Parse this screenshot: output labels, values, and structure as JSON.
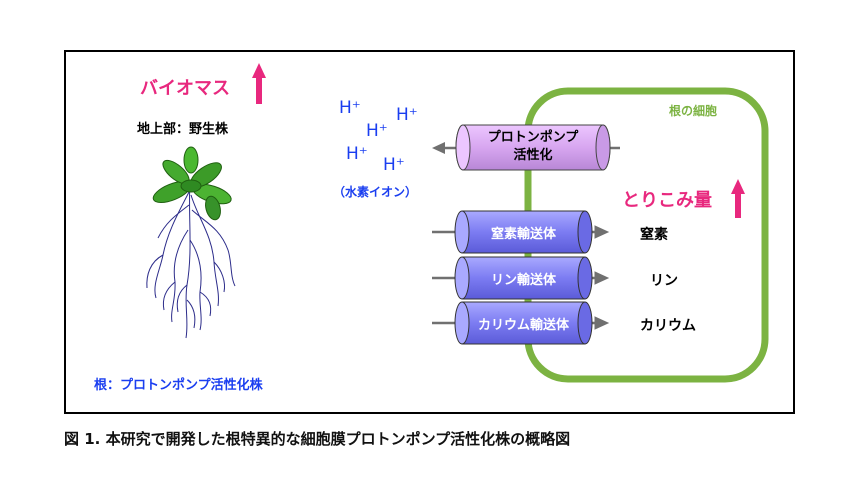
{
  "biomass": {
    "label": "バイオマス",
    "arrow": "up"
  },
  "shoot_label": "地上部：野生株",
  "root_label": "根：プロトンポンプ活性化株",
  "protons": {
    "items": [
      "H⁺",
      "H⁺",
      "H⁺",
      "H⁺",
      "H⁺"
    ],
    "label": "（水素イオン）"
  },
  "cell": {
    "label": "根の細胞",
    "border_color": "#7cb342"
  },
  "pump": {
    "line1": "プロトンポンプ",
    "line2": "活性化",
    "color": "#d7a6f0"
  },
  "uptake": {
    "label": "とりこみ量",
    "arrow": "up"
  },
  "transporters": [
    {
      "label": "窒素輸送体",
      "substance": "窒素"
    },
    {
      "label": "リン輸送体",
      "substance": "リン"
    },
    {
      "label": "カリウム輸送体",
      "substance": "カリウム"
    }
  ],
  "colors": {
    "accent_pink": "#e8287e",
    "text_blue": "#1a3ef0",
    "transporter": "#8080f0",
    "arrow_gray": "#707070"
  },
  "caption": "図 1. 本研究で開発した根特異的な細胞膜プロトンポンプ活性化株の概略図"
}
